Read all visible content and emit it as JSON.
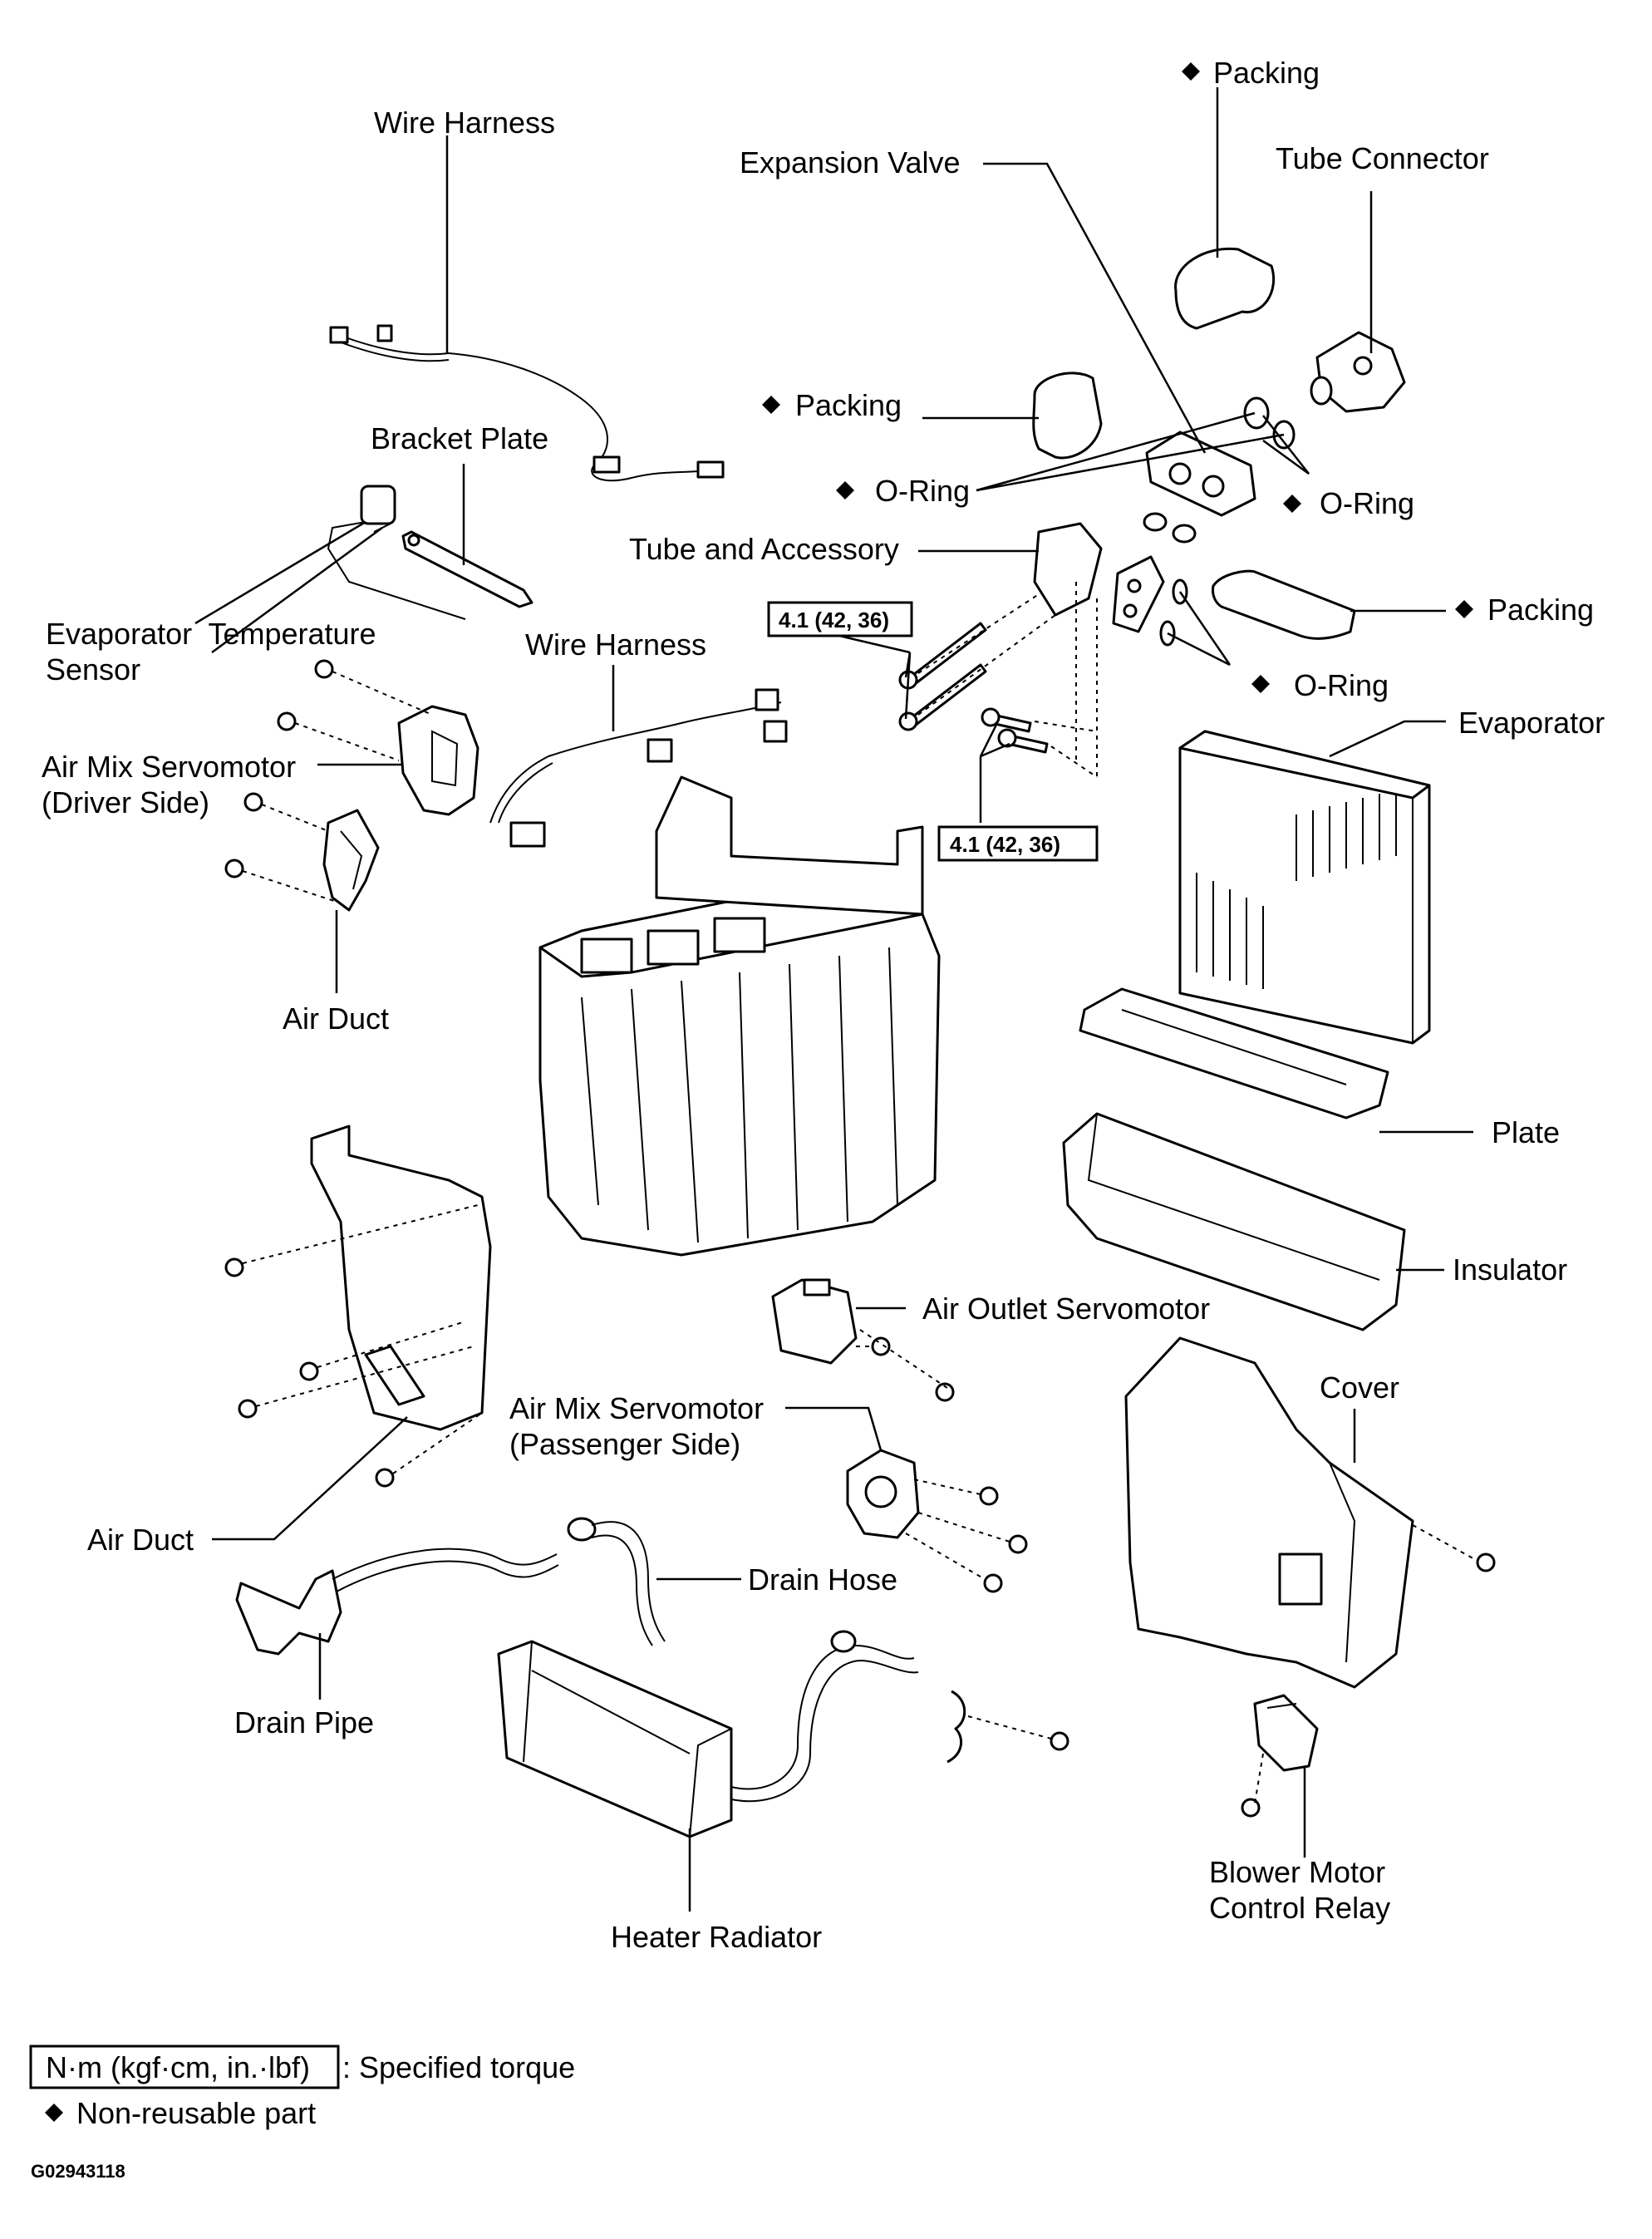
{
  "labels": {
    "packing_top": "Packing",
    "tube_connector": "Tube Connector",
    "wire_harness_top": "Wire Harness",
    "expansion_valve": "Expansion Valve",
    "packing_mid": "Packing",
    "bracket_plate": "Bracket Plate",
    "o_ring_left": "O-Ring",
    "o_ring_right": "O-Ring",
    "tube_and_accessory": "Tube and Accessory",
    "packing_right": "Packing",
    "evaporator_temp_sensor_line1": "Evaporator  Temperature",
    "evaporator_temp_sensor_line2": "Sensor",
    "wire_harness_mid": "Wire Harness",
    "o_ring_lower": "O-Ring",
    "evaporator": "Evaporator",
    "air_mix_servomotor_driver_line1": "Air Mix Servomotor",
    "air_mix_servomotor_driver_line2": "(Driver Side)",
    "air_duct_upper": "Air Duct",
    "plate": "Plate",
    "insulator": "Insulator",
    "air_outlet_servomotor": "Air Outlet Servomotor",
    "cover": "Cover",
    "air_mix_servomotor_passenger_line1": "Air Mix Servomotor",
    "air_mix_servomotor_passenger_line2": "(Passenger Side)",
    "air_duct_lower": "Air Duct",
    "drain_hose": "Drain Hose",
    "drain_pipe": "Drain Pipe",
    "blower_motor_control_relay_line1": "Blower Motor",
    "blower_motor_control_relay_line2": "Control Relay",
    "heater_radiator": "Heater Radiator"
  },
  "torques": {
    "tube_bolts": "4.1 (42, 36)",
    "lower_bolts": "4.1 (42, 36)"
  },
  "legend": {
    "torque_unit_box": "N·m (kgf·cm, in.·lbf)",
    "torque_desc": ": Specified torque",
    "non_reusable_desc": "Non-reusable part"
  },
  "figure_code": "G02943118",
  "symbols": {
    "non_reusable_mark": "diamond-icon"
  },
  "colors": {
    "line": "#000000",
    "background": "#ffffff"
  }
}
